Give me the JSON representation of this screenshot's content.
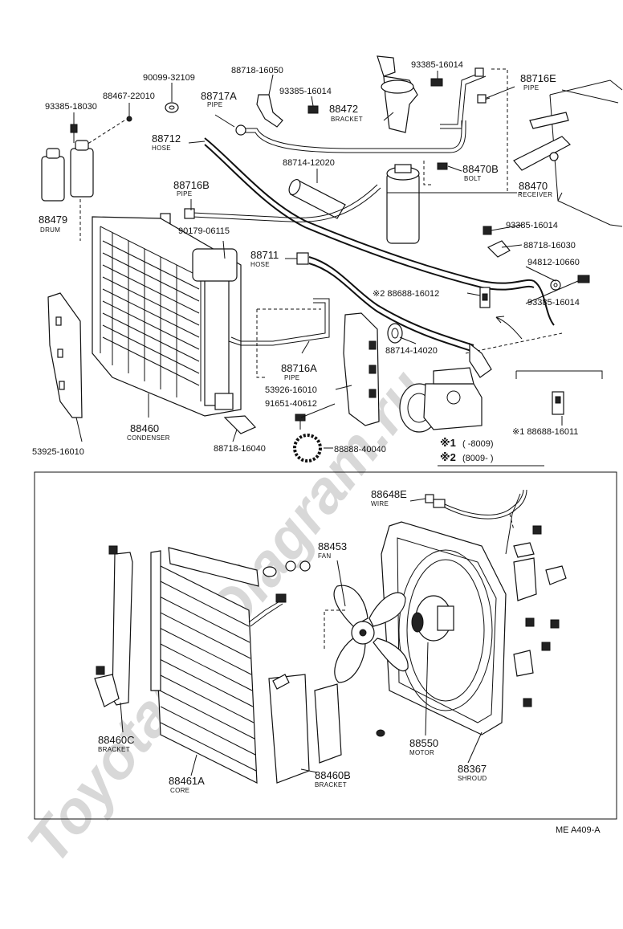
{
  "watermark": "ToyotaCarDiagram.ru",
  "diagram_code": "ME A409-A",
  "variants": {
    "v1_mark": "※1",
    "v1_range": "(        -8009)",
    "v2_mark": "※2",
    "v2_range": "(8009-        )"
  },
  "labels": {
    "p9009932109": "90099-32109",
    "p8871816050": "88718-16050",
    "p9338516014a": "93385-16014",
    "p88716E": "88716E",
    "p88716E_name": "PIPE",
    "p8846722010": "88467-22010",
    "p88717A": "88717A",
    "p88717A_name": "PIPE",
    "p9338516014b": "93385-16014",
    "p9338518030": "93385-18030",
    "p88472": "88472",
    "p88472_name": "BRACKET",
    "p88712": "88712",
    "p88712_name": "HOSE",
    "p8871412020": "88714-12020",
    "p88470B": "88470B",
    "p88470B_name": "BOLT",
    "p88470": "88470",
    "p88470_name": "RECEIVER",
    "p88479": "88479",
    "p88479_name": "DRUM",
    "p88716B": "88716B",
    "p88716B_name": "PIPE",
    "p9338516014c": "93385-16014",
    "p9017906115": "90179-06115",
    "p8871816030": "88718-16030",
    "p88711": "88711",
    "p88711_name": "HOSE",
    "p9481210660": "94812-10660",
    "p8868816012": "※2 88688-16012",
    "p9338516014d": "93385-16014",
    "p8871414020": "88714-14020",
    "p88716A": "88716A",
    "p88716A_name": "PIPE",
    "p5392616010": "53926-16010",
    "p9165140612": "91651-40612",
    "p88460": "88460",
    "p88460_name": "CONDENSER",
    "p5392516010": "53925-16010",
    "p8871816040": "88718-16040",
    "p8888840040": "88888-40040",
    "p8868816011": "※1 88688-16011",
    "p88648E": "88648E",
    "p88648E_name": "WIRE",
    "p88453": "88453",
    "p88453_name": "FAN",
    "p88460C": "88460C",
    "p88460C_name": "BRACKET",
    "p88461A": "88461A",
    "p88461A_name": "CORE",
    "p88460B": "88460B",
    "p88460B_name": "BRACKET",
    "p88550": "88550",
    "p88550_name": "MOTOR",
    "p88367": "88367",
    "p88367_name": "SHROUD"
  }
}
